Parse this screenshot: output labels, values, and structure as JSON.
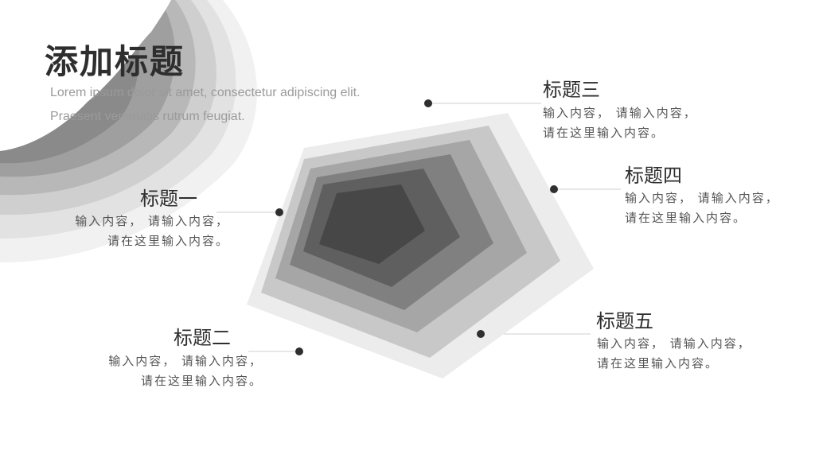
{
  "header": {
    "title": "添加标题",
    "subtitle": "Lorem ipsum dolor sit amet, consectetur adipiscing elit. Praesent venenatis rutrum feugiat."
  },
  "items": [
    {
      "title": "标题一",
      "line1": "输入内容， 请输入内容，",
      "line2": "请在这里输入内容。"
    },
    {
      "title": "标题二",
      "line1": "输入内容， 请输入内容，",
      "line2": "请在这里输入内容。"
    },
    {
      "title": "标题三",
      "line1": "输入内容， 请输入内容，",
      "line2": "请在这里输入内容。"
    },
    {
      "title": "标题四",
      "line1": "输入内容， 请输入内容，",
      "line2": "请在这里输入内容。"
    },
    {
      "title": "标题五",
      "line1": "输入内容， 请输入内容，",
      "line2": "请在这里输入内容。"
    }
  ],
  "colors": {
    "layer1": "#ececec",
    "layer2": "#c8c8c8",
    "layer3": "#a6a6a6",
    "layer4": "#808080",
    "layer5": "#5f5f5f",
    "layer6": "#474747",
    "dot": "#2f2f2f",
    "line": "#cfcfcf"
  }
}
